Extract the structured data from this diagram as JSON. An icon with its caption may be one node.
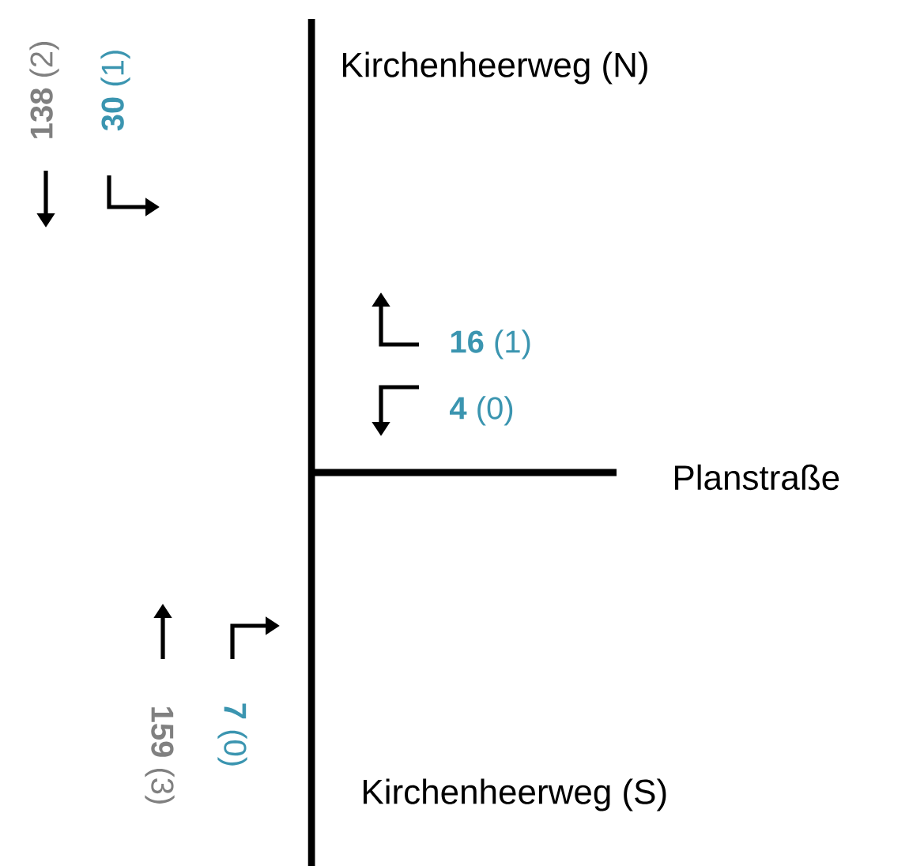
{
  "diagram": {
    "labels": [
      "Kirchenheerweg (N)",
      "**138** (2)",
      "**30** (1)",
      "**16** (1)",
      "**4** (0)",
      "Planstraße",
      "**159** (3)",
      "**7** (0)",
      "Kirchenheerweg (S)"
    ]
  }
}
